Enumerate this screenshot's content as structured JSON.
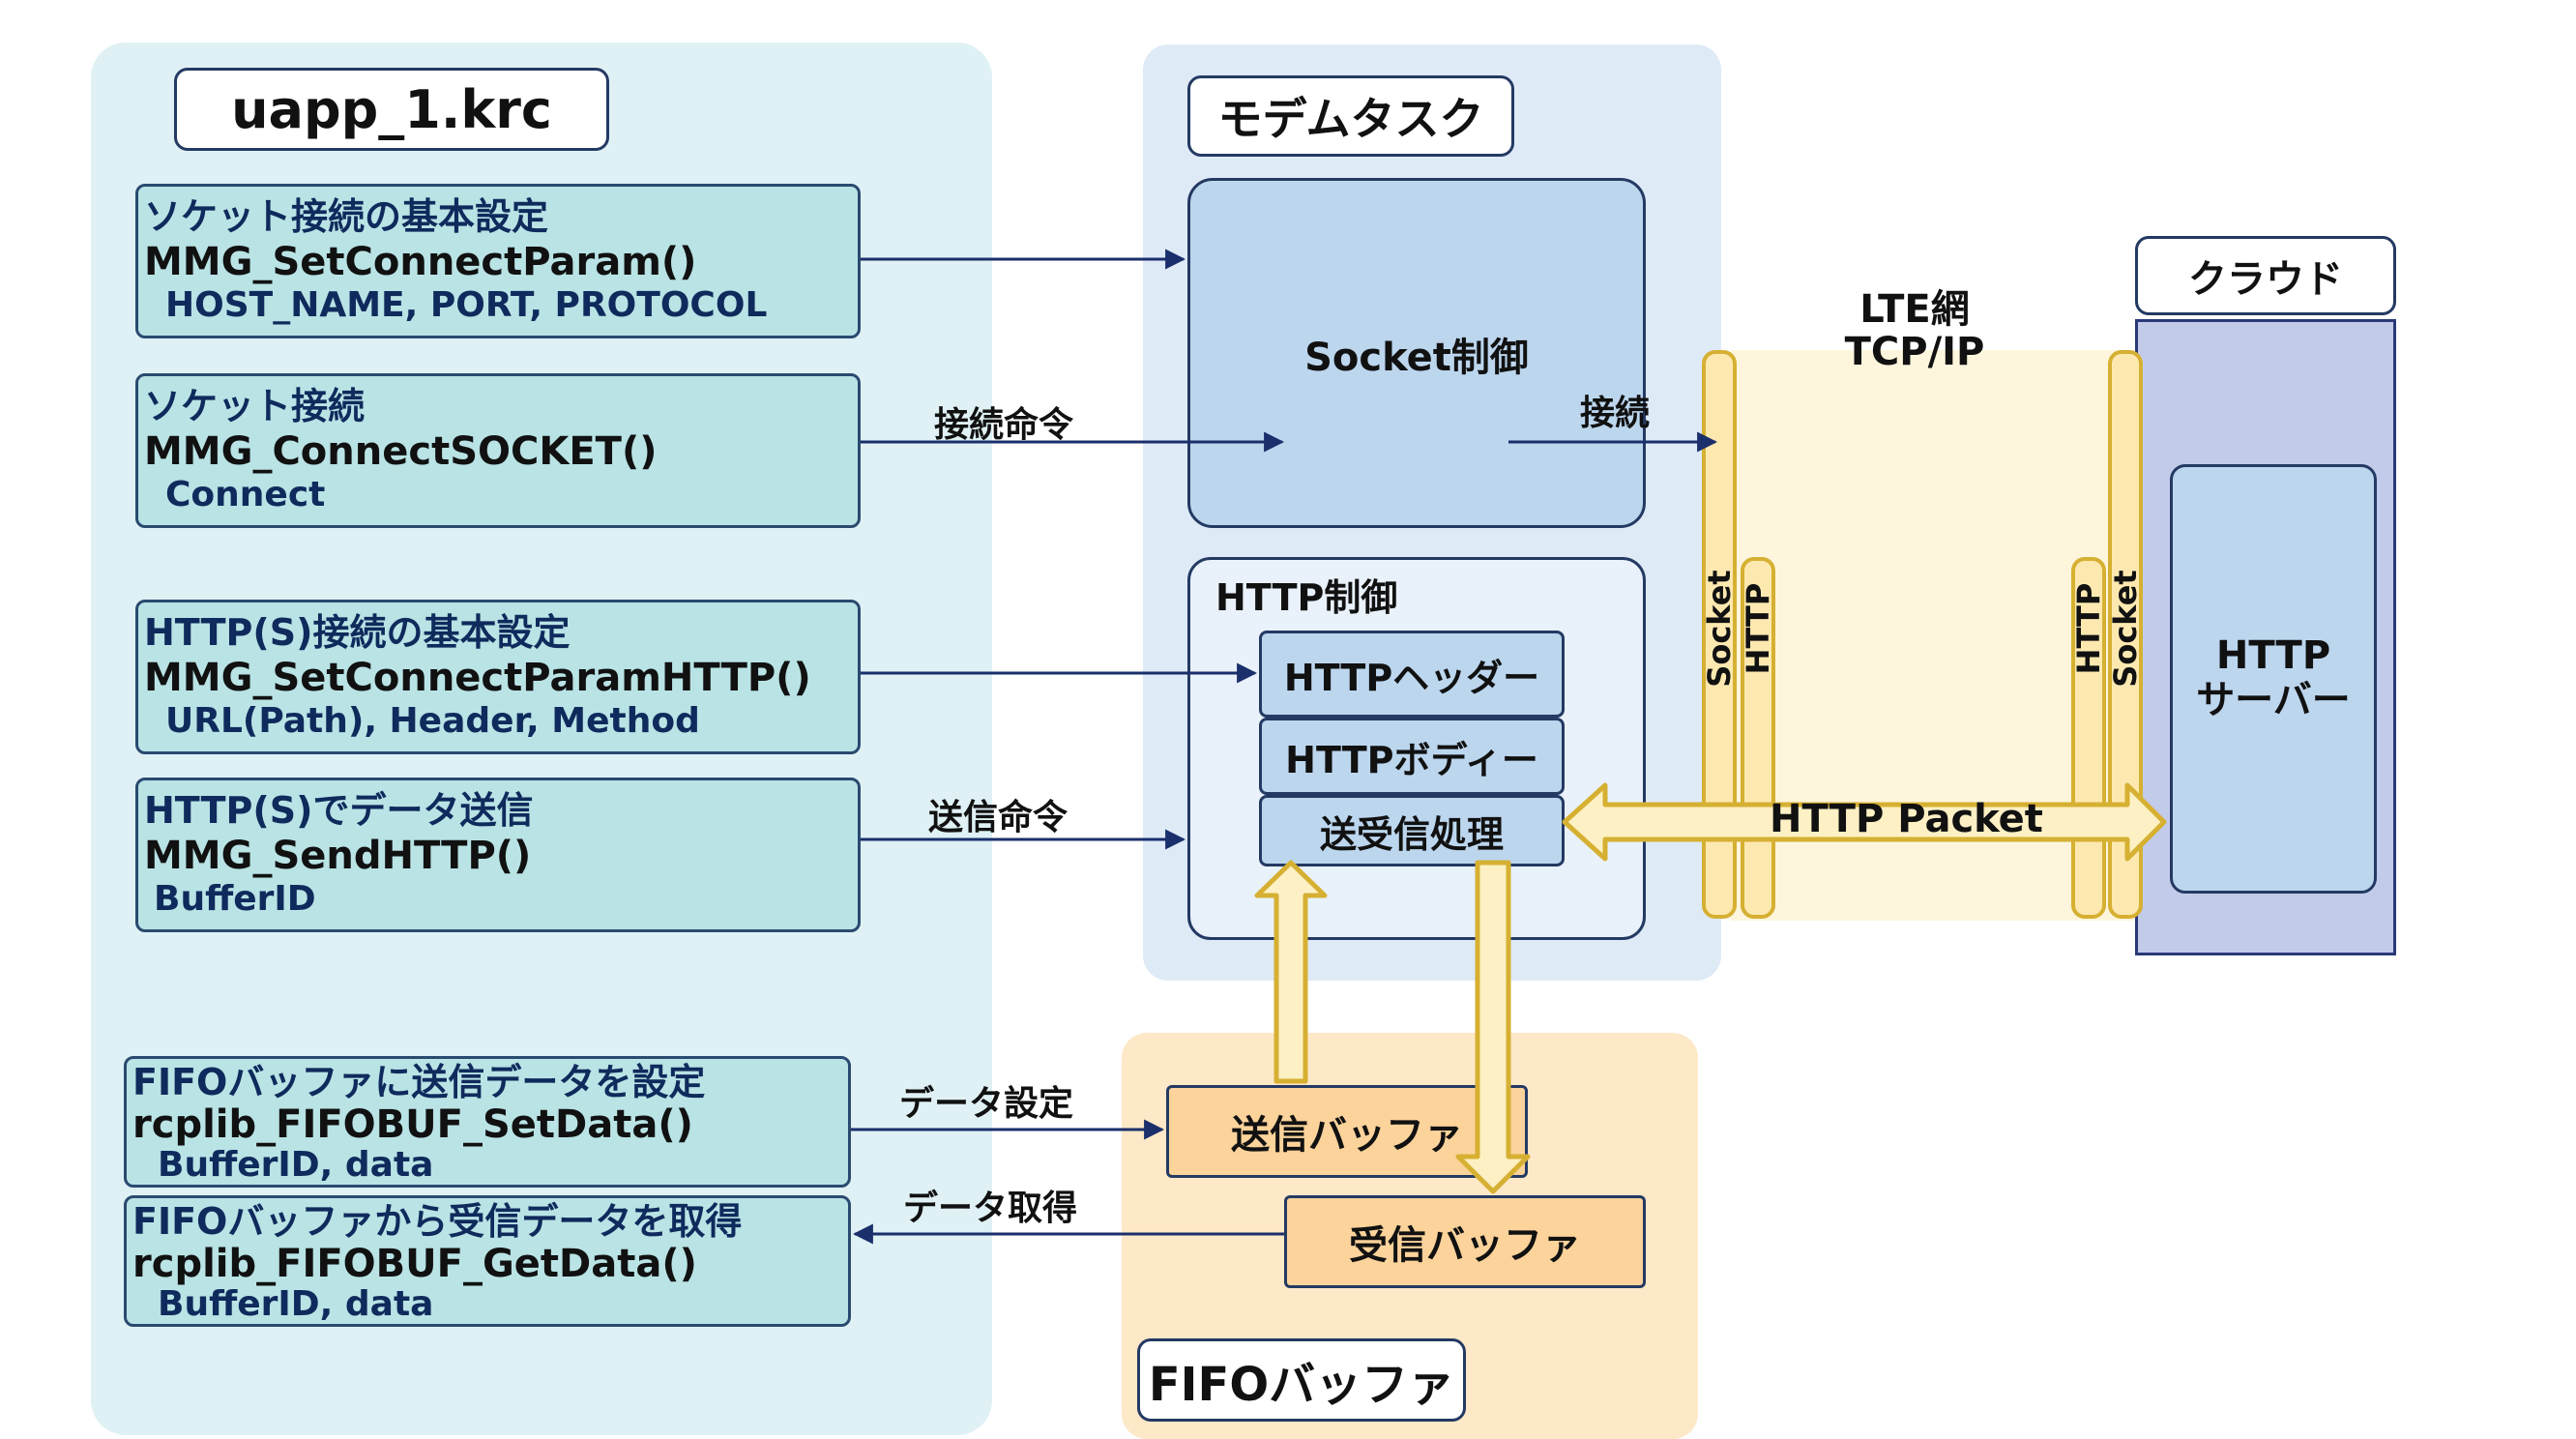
{
  "app": {
    "title": "uapp_1.krc",
    "functions": [
      {
        "desc": "ソケット接続の基本設定",
        "fn": "MMG_SetConnectParam()",
        "params": "HOST_NAME,  PORT,  PROTOCOL"
      },
      {
        "desc": "ソケット接続",
        "fn": "MMG_ConnectSOCKET()",
        "params": "Connect"
      },
      {
        "desc": "HTTP(S)接続の基本設定",
        "fn": "MMG_SetConnectParamHTTP()",
        "params": "URL(Path), Header, Method"
      },
      {
        "desc": "HTTP(S)でデータ送信",
        "fn": "MMG_SendHTTP()",
        "params": "BufferID"
      },
      {
        "desc": "FIFOバッファに送信データを設定",
        "fn": "rcplib_FIFOBUF_SetData()",
        "params": "BufferID, data"
      },
      {
        "desc": "FIFOバッファから受信データを取得",
        "fn": "rcplib_FIFOBUF_GetData()",
        "params": "BufferID, data"
      }
    ]
  },
  "modem": {
    "title": "モデムタスク",
    "socket_control": "Socket制御",
    "http_control": {
      "title": "HTTP制御",
      "items": [
        "HTTPヘッダー",
        "HTTPボディー",
        "送受信処理"
      ]
    }
  },
  "fifo": {
    "title": "FIFOバッファ",
    "send_buffer": "送信バッファ",
    "recv_buffer": "受信バッファ"
  },
  "network": {
    "line1": "LTE網",
    "line2": "TCP/IP",
    "left_socket": "Socket",
    "left_http": "HTTP",
    "right_http": "HTTP",
    "right_socket": "Socket",
    "packet": "HTTP Packet"
  },
  "cloud": {
    "title": "クラウド",
    "server_line1": "HTTP",
    "server_line2": "サーバー"
  },
  "arrows": {
    "connect_cmd": "接続命令",
    "connect": "接続",
    "send_cmd": "送信命令",
    "data_set": "データ設定",
    "data_get": "データ取得"
  },
  "colors": {
    "app_panel": "#dff1f4",
    "modem_panel": "#dfeaf7",
    "fifo_panel": "#fde8c8",
    "network_band": "#fdf6dc",
    "cloud_panel": "#c3cbea",
    "accent_yellow": "#d6b032",
    "arrow_navy": "#1a2f6b"
  }
}
